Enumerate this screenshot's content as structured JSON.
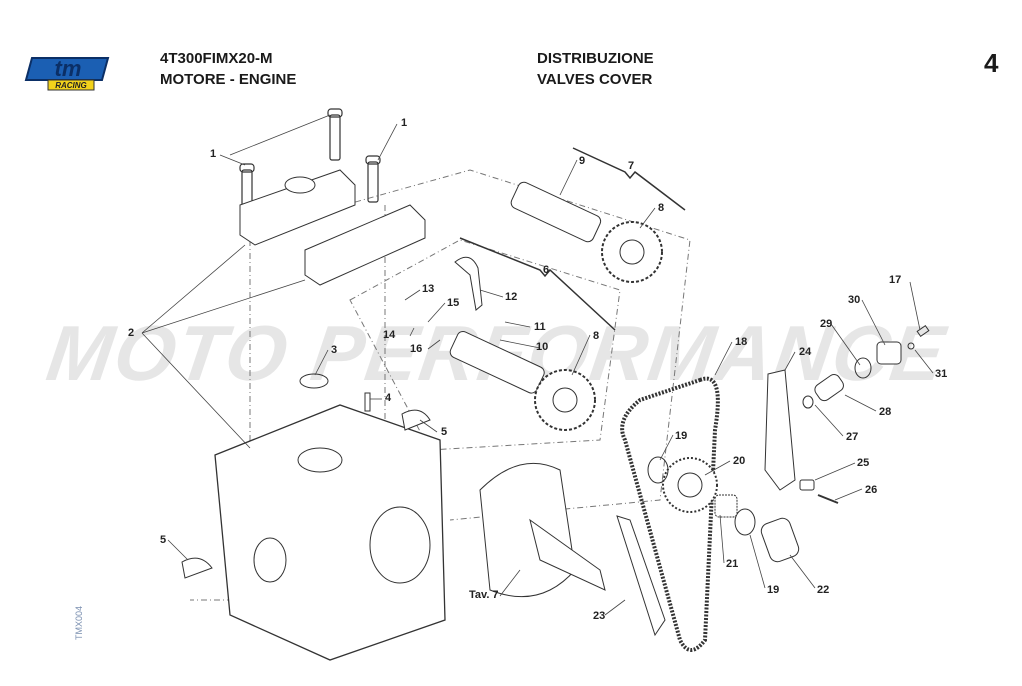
{
  "header": {
    "brand": "tm",
    "brand_sub": "RACING",
    "model_code": "4T300FIMX20-M",
    "section_it_en": "MOTORE - ENGINE",
    "group_it": "DISTRIBUZIONE",
    "group_en": "VALVES COVER",
    "page_number": "4"
  },
  "watermark": "MOTO PERFORMANCE",
  "doc_code": "TMX004",
  "colors": {
    "brand_blue": "#1b5fb3",
    "brand_yellow": "#f2d21b",
    "line": "#333333"
  },
  "callouts": [
    {
      "id": "1a",
      "text": "1"
    },
    {
      "id": "1b",
      "text": "1"
    },
    {
      "id": "2",
      "text": "2"
    },
    {
      "id": "3",
      "text": "3"
    },
    {
      "id": "4",
      "text": "4"
    },
    {
      "id": "5a",
      "text": "5"
    },
    {
      "id": "5b",
      "text": "5"
    },
    {
      "id": "6",
      "text": "6"
    },
    {
      "id": "7",
      "text": "7"
    },
    {
      "id": "8a",
      "text": "8"
    },
    {
      "id": "8b",
      "text": "8"
    },
    {
      "id": "9",
      "text": "9"
    },
    {
      "id": "10",
      "text": "10"
    },
    {
      "id": "11",
      "text": "11"
    },
    {
      "id": "12",
      "text": "12"
    },
    {
      "id": "13",
      "text": "13"
    },
    {
      "id": "14",
      "text": "14"
    },
    {
      "id": "15",
      "text": "15"
    },
    {
      "id": "16",
      "text": "16"
    },
    {
      "id": "17",
      "text": "17"
    },
    {
      "id": "18",
      "text": "18"
    },
    {
      "id": "19a",
      "text": "19"
    },
    {
      "id": "19b",
      "text": "19"
    },
    {
      "id": "20",
      "text": "20"
    },
    {
      "id": "21",
      "text": "21"
    },
    {
      "id": "22",
      "text": "22"
    },
    {
      "id": "23",
      "text": "23"
    },
    {
      "id": "24",
      "text": "24"
    },
    {
      "id": "25",
      "text": "25"
    },
    {
      "id": "26",
      "text": "26"
    },
    {
      "id": "27",
      "text": "27"
    },
    {
      "id": "28",
      "text": "28"
    },
    {
      "id": "29",
      "text": "29"
    },
    {
      "id": "30",
      "text": "30"
    },
    {
      "id": "31",
      "text": "31"
    },
    {
      "id": "tav7",
      "text": "Tav. 7"
    }
  ]
}
